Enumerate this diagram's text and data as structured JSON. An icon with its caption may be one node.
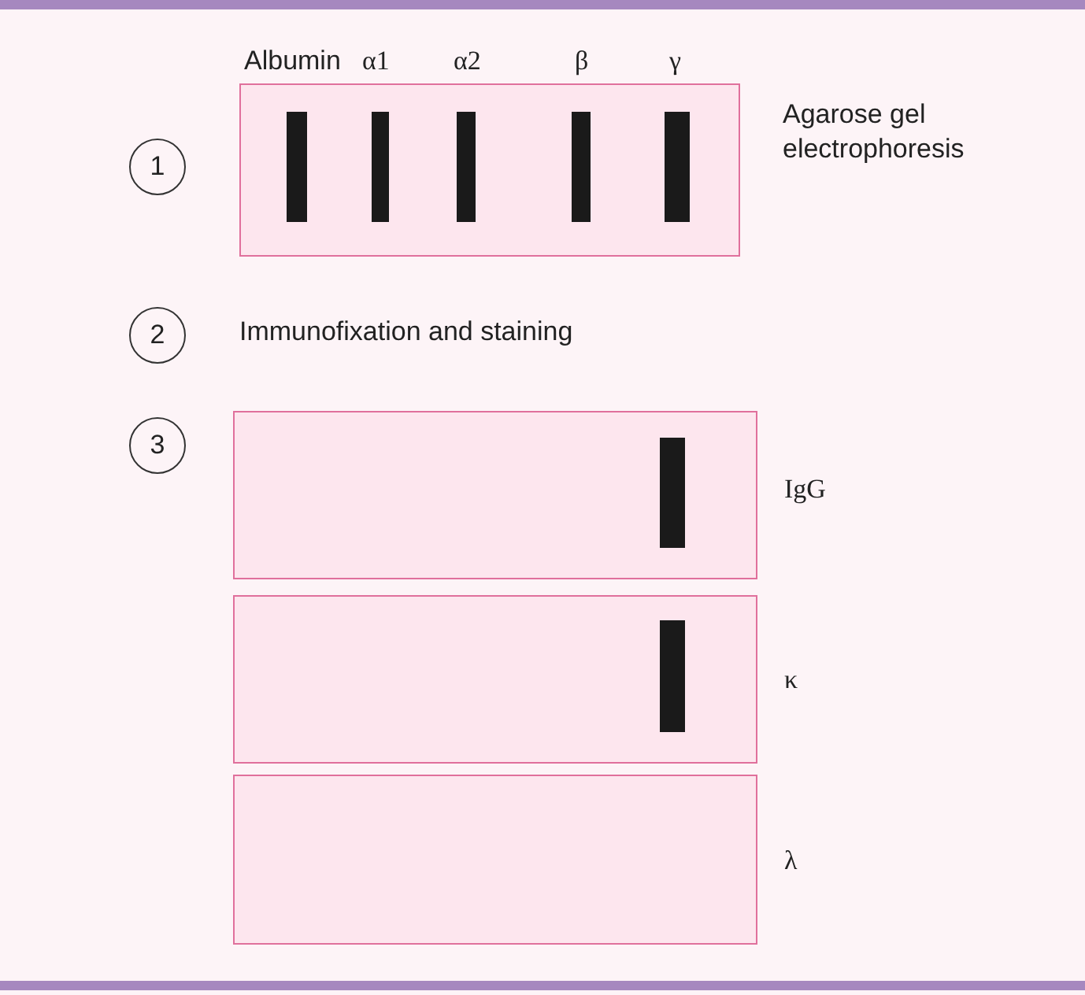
{
  "diagram": {
    "nodes": [
      {
        "text": [
          "1"
        ]
      },
      {
        "text": [],
        "shape": "box"
      },
      {
        "text": [],
        "shape": "bar",
        "in": 1
      },
      {
        "text": [],
        "shape": "bar",
        "in": 1
      },
      {
        "text": [],
        "shape": "bar",
        "in": 1
      },
      {
        "text": [],
        "shape": "bar",
        "in": 1
      },
      {
        "text": [],
        "shape": "bar",
        "in": 1
      },
      {
        "text": [
          "2"
        ]
      },
      {
        "text": [
          "3"
        ]
      },
      {
        "text": [],
        "shape": "box",
        "beside": [
          "IgG"
        ]
      },
      {
        "text": [],
        "shape": "bar",
        "in": 9
      },
      {
        "text": [],
        "shape": "box",
        "beside": [
          "κ"
        ]
      },
      {
        "text": [],
        "shape": "bar",
        "in": 11
      },
      {
        "text": [],
        "shape": "box",
        "beside": [
          "λ"
        ]
      }
    ],
    "labels": [
      "Albumin",
      "α1",
      "α2",
      "β",
      "γ",
      "Agarose gel electrophoresis",
      "Immunofixation and staining"
    ]
  }
}
